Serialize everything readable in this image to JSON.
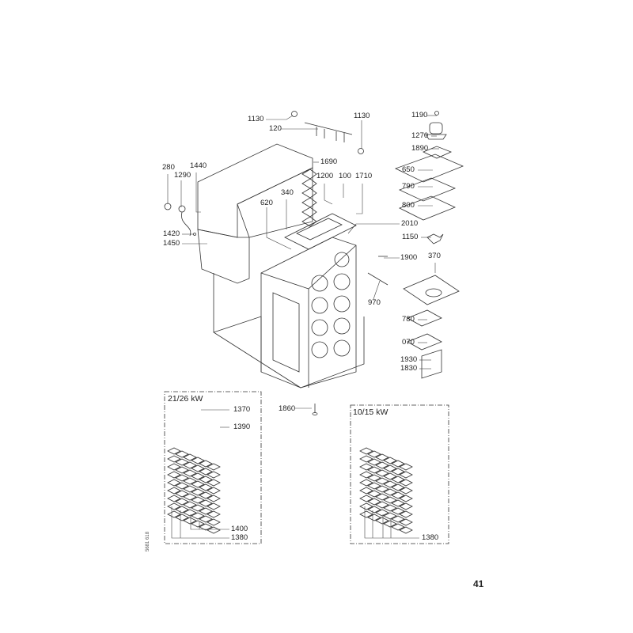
{
  "page_number": "41",
  "document_id": "5681 618",
  "callouts": [
    "1130",
    "120",
    "1130",
    "1190",
    "1270",
    "1890",
    "650",
    "790",
    "800",
    "1150",
    "370",
    "1900",
    "970",
    "780",
    "070",
    "1930",
    "1830",
    "2010",
    "1690",
    "1200",
    "100",
    "1710",
    "340",
    "620",
    "280",
    "1290",
    "1440",
    "1420",
    "1450",
    "1860"
  ],
  "inset_left": {
    "title": "21/26 kW",
    "callouts": [
      "1370",
      "1390",
      "1400",
      "1380"
    ]
  },
  "inset_right": {
    "title": "10/15 kW",
    "callouts": [
      "1380"
    ]
  }
}
